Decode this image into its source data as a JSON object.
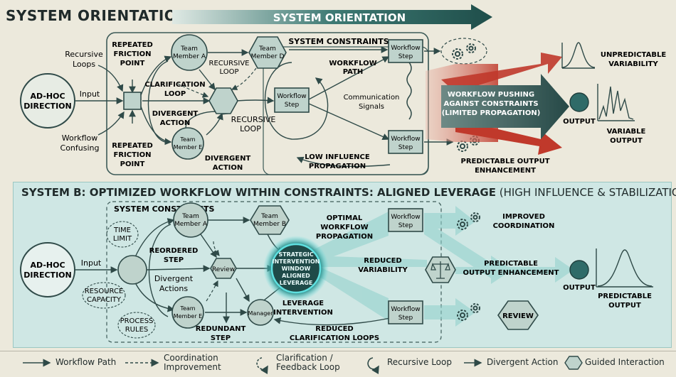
{
  "system_a": {
    "header": "SYSTEM ORIENTATION",
    "banner": "SYSTEM ORIENTATION",
    "constraints_label": "SYSTEM CONSTRAINTS",
    "adhoc": [
      "AD-HOC",
      "DIRECTION"
    ],
    "input": "Input",
    "recursive_loops": [
      "Recursive",
      "Loops"
    ],
    "workflow_confusing": [
      "Workflow",
      "Confusing"
    ],
    "friction_top": [
      "REPEATED",
      "FRICTION",
      "POINT"
    ],
    "friction_bottom": [
      "REPEATED",
      "FRICTION",
      "POINT"
    ],
    "team_a": [
      "Team",
      "Member A"
    ],
    "team_d": [
      "Team",
      "Member D"
    ],
    "team_e": [
      "Team",
      "Member E"
    ],
    "recursive_loop_1": [
      "RECURSIVE",
      "LOOP"
    ],
    "clarification_loop": [
      "CLARIFICATION",
      "LOOP"
    ],
    "divergent_action_1": [
      "DIVERGENT",
      "ACTION"
    ],
    "divergent_action_2": [
      "DIVERGENT",
      "ACTION"
    ],
    "recursive_loop_2": [
      "RECURSIVE",
      "LOOP"
    ],
    "workflow_path": [
      "WORKFLOW",
      "PATH"
    ],
    "workflow_step": [
      "Workflow",
      "Step"
    ],
    "comm_signals": [
      "Communication",
      "Signals"
    ],
    "low_influence": [
      "LOW INFLUENCE",
      "PROPAGATION"
    ],
    "pushing": [
      "WORKFLOW PUSHING",
      "AGAINST CONSTRAINTS",
      "(LIMITED PROPAGATION)"
    ],
    "unpredictable": [
      "UNPREDICTABLE",
      "VARIABILITY"
    ],
    "output": "OUTPUT",
    "variable_output": [
      "VARIABLE",
      "OUTPUT"
    ],
    "predictable_enh": [
      "PREDICTABLE OUTPUT",
      "ENHANCEMENT"
    ]
  },
  "system_b": {
    "title": "SYSTEM B: OPTIMIZED WORKFLOW WITHIN CONSTRAINTS: ALIGNED LEVERAGE",
    "title_sub": " (HIGH INFLUENCE & STABILIZATION)",
    "constraints_label": "SYSTEM CONSTRAINTS",
    "adhoc": [
      "AD-HOC",
      "DIRECTION"
    ],
    "input": "Input",
    "time_limit": [
      "TIME",
      "LIMIT"
    ],
    "resource_capacity": [
      "RESOURCE",
      "CAPACITY"
    ],
    "process_rules": [
      "PROCESS",
      "RULES"
    ],
    "team_a": [
      "Team",
      "Member A"
    ],
    "team_b": [
      "Team",
      "Member B"
    ],
    "team_e": [
      "Team",
      "Member E"
    ],
    "reordered_step": [
      "REORDERED",
      "STEP"
    ],
    "review": "Review",
    "divergent_actions": [
      "Divergent",
      "Actions"
    ],
    "redundant_step": [
      "REDUNDANT",
      "STEP"
    ],
    "manager": "Manager",
    "strategic": [
      "STRATEGIC",
      "INTERVENTION",
      "WINDOW",
      "ALIGNED",
      "LEVERAGE"
    ],
    "optimal": [
      "OPTIMAL",
      "WORKFLOW",
      "PROPAGATION"
    ],
    "reduced_variability": [
      "REDUCED",
      "VARIABILITY"
    ],
    "leverage_intervention": [
      "LEVERAGE",
      "INTERVENTION"
    ],
    "reduced_clarification": [
      "REDUCED",
      "CLARIFICATION LOOPS"
    ],
    "workflow_step": [
      "Workflow",
      "Step"
    ],
    "improved_coordination": [
      "IMPROVED",
      "COORDINATION"
    ],
    "predictable_enh": [
      "PREDICTABLE",
      "OUTPUT ENHANCEMENT"
    ],
    "review_hex": "REVIEW",
    "output": "OUTPUT",
    "predictable_output": [
      "PREDICTABLE",
      "OUTPUT"
    ]
  },
  "legend": {
    "workflow_path": "Workflow Path",
    "coordination": [
      "Coordination",
      "Improvement"
    ],
    "clarification": [
      "Clarification /",
      "Feedback Loop"
    ],
    "recursive": "Recursive Loop",
    "divergent": "Divergent Action",
    "guided": "Guided Interaction"
  },
  "colors": {
    "dark_teal": "#2f5f5c",
    "node_fill": "#bfd3cc",
    "red": "#c0392b",
    "panel_b": "#cfe7e4",
    "glow": "#4fd6d6"
  }
}
